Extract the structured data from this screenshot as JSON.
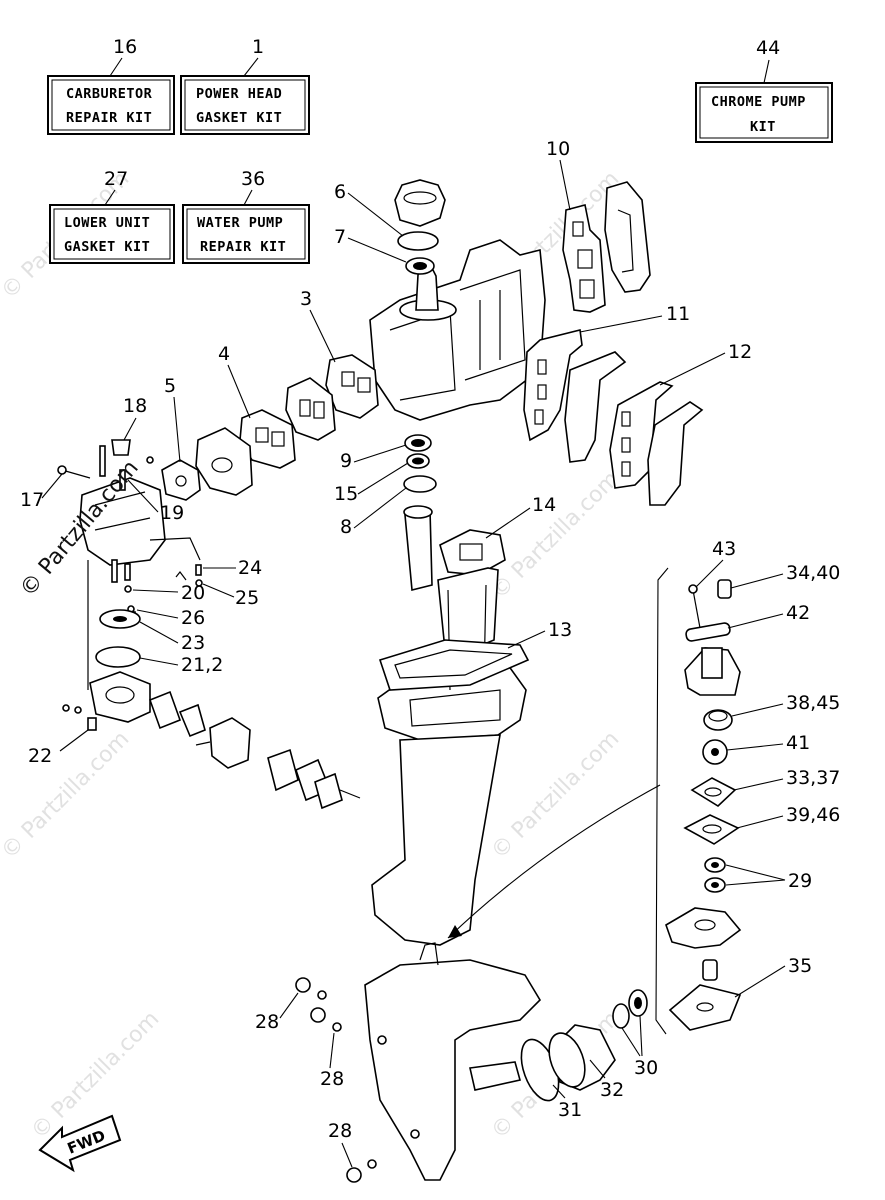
{
  "kits": [
    {
      "number": "16",
      "line1": "CARBURETOR",
      "line2": "REPAIR KIT"
    },
    {
      "number": "1",
      "line1": "POWER HEAD",
      "line2": "GASKET KIT"
    },
    {
      "number": "44",
      "line1": "CHROME PUMP",
      "line2": "KIT"
    },
    {
      "number": "27",
      "line1": "LOWER UNIT",
      "line2": "GASKET KIT"
    },
    {
      "number": "36",
      "line1": "WATER PUMP",
      "line2": "REPAIR KIT"
    }
  ],
  "callouts": {
    "c10": "10",
    "c6": "6",
    "c7": "7",
    "c3": "3",
    "c11": "11",
    "c12": "12",
    "c4": "4",
    "c5": "5",
    "c18": "18",
    "c9": "9",
    "c15": "15",
    "c8": "8",
    "c17": "17",
    "c19": "19",
    "c14": "14",
    "c24": "24",
    "c25": "25",
    "c20": "20",
    "c26": "26",
    "c23": "23",
    "c21_2": "21,2",
    "c13": "13",
    "c22": "22",
    "c43": "43",
    "c34_40": "34,40",
    "c42": "42",
    "c38_45": "38,45",
    "c41": "41",
    "c33_37": "33,37",
    "c39_46": "39,46",
    "c29": "29",
    "c35": "35",
    "c28a": "28",
    "c28b": "28",
    "c28c": "28",
    "c30": "30",
    "c32": "32",
    "c31": "31"
  },
  "watermark": "© Partzilla.com",
  "fwd_label": "FWD"
}
